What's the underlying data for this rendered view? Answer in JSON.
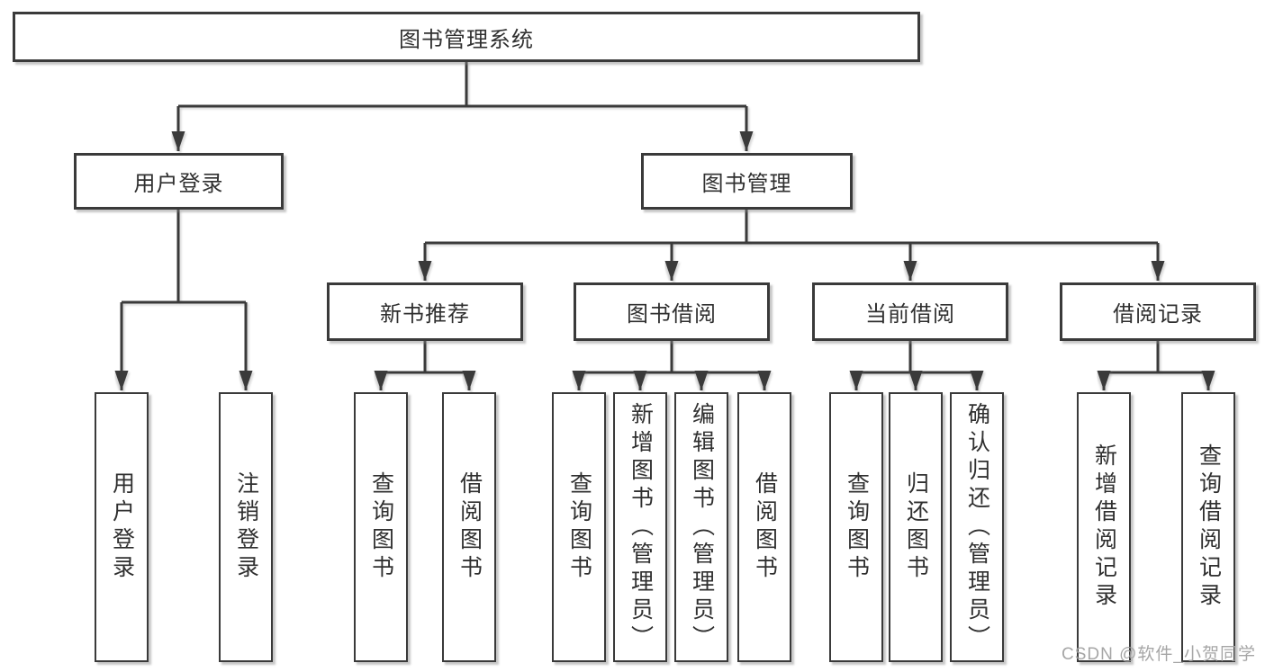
{
  "tree": {
    "root": {
      "label": "图书管理系统",
      "children": [
        {
          "label": "用户登录",
          "children": [
            {
              "label": "用户登录"
            },
            {
              "label": "注销登录"
            }
          ]
        },
        {
          "label": "图书管理",
          "children": [
            {
              "label": "新书推荐",
              "children": [
                {
                  "label": "查询图书"
                },
                {
                  "label": "借阅图书"
                }
              ]
            },
            {
              "label": "图书借阅",
              "children": [
                {
                  "label": "查询图书"
                },
                {
                  "label": "新增图书（管理员）"
                },
                {
                  "label": "编辑图书（管理员）"
                },
                {
                  "label": "借阅图书"
                }
              ]
            },
            {
              "label": "当前借阅",
              "children": [
                {
                  "label": "查询图书"
                },
                {
                  "label": "归还图书"
                },
                {
                  "label": "确认归还（管理员）"
                }
              ]
            },
            {
              "label": "借阅记录",
              "children": [
                {
                  "label": "新增借阅记录"
                },
                {
                  "label": "查询借阅记录"
                }
              ]
            }
          ]
        }
      ]
    }
  },
  "watermark": {
    "text": "CSDN @软件_小贺同学"
  },
  "colors": {
    "line": "#3a3a3a",
    "box_border": "#3a3a3a",
    "box_fill": "#ffffff",
    "text": "#303030",
    "watermark": "#9e9e9e",
    "background": "#ffffff"
  }
}
